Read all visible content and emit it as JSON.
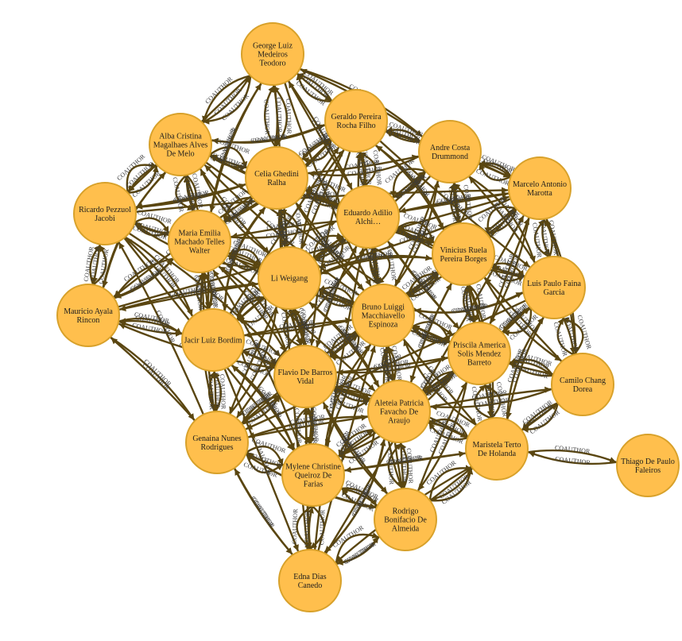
{
  "graph": {
    "edge_label": "COAUTHOR",
    "colors": {
      "node_fill": "#ffbf4d",
      "node_stroke": "#d8a12a",
      "edge": "#5a4611",
      "label": "#1d1d1d"
    },
    "nodes": [
      {
        "id": "george",
        "lines": [
          "George Luiz",
          "Medeiros",
          "Teodoro"
        ]
      },
      {
        "id": "geraldo",
        "lines": [
          "Geraldo Pereira",
          "Rocha Filho"
        ]
      },
      {
        "id": "andre",
        "lines": [
          "Andre Costa",
          "Drummond"
        ]
      },
      {
        "id": "marcelo",
        "lines": [
          "Marcelo Antonio",
          "Marotta"
        ]
      },
      {
        "id": "alba",
        "lines": [
          "Alba Cristina",
          "Magalhaes Alves",
          "De Melo"
        ]
      },
      {
        "id": "celia",
        "lines": [
          "Celia Ghedini",
          "Ralha"
        ]
      },
      {
        "id": "eduardo",
        "lines": [
          "Eduardo Adilio",
          "Alchi…"
        ]
      },
      {
        "id": "ricardo",
        "lines": [
          "Ricardo Pezzuol",
          "Jacobi"
        ]
      },
      {
        "id": "maria",
        "lines": [
          "Maria Emilia",
          "Machado Telles",
          "Walter"
        ]
      },
      {
        "id": "vinicius",
        "lines": [
          "Vinicius Ruela",
          "Pereira Borges"
        ]
      },
      {
        "id": "luis",
        "lines": [
          "Luis Paulo Faina",
          "Garcia"
        ]
      },
      {
        "id": "li",
        "lines": [
          "Li Weigang"
        ]
      },
      {
        "id": "mauricio",
        "lines": [
          "Mauricio Ayala",
          "Rincon"
        ]
      },
      {
        "id": "bruno",
        "lines": [
          "Bruno Luiggi",
          "Macchiavello",
          "Espinoza"
        ]
      },
      {
        "id": "jacir",
        "lines": [
          "Jacir Luiz Bordim"
        ]
      },
      {
        "id": "priscila",
        "lines": [
          "Priscila America",
          "Solis Mendez",
          "Barreto"
        ]
      },
      {
        "id": "camilo",
        "lines": [
          "Camilo Chang",
          "Dorea"
        ]
      },
      {
        "id": "flavio",
        "lines": [
          "Flavio De Barros",
          "Vidal"
        ]
      },
      {
        "id": "aleteia",
        "lines": [
          "Aleteia Patricia",
          "Favacho De",
          "Araujo"
        ]
      },
      {
        "id": "genaina",
        "lines": [
          "Genaina Nunes",
          "Rodrigues"
        ]
      },
      {
        "id": "maristela",
        "lines": [
          "Maristela Terto",
          "De Holanda"
        ]
      },
      {
        "id": "thiago",
        "lines": [
          "Thiago De Paulo",
          "Faleiros"
        ]
      },
      {
        "id": "mylene",
        "lines": [
          "Mylene Christine",
          "Queiroz De",
          "Farias"
        ]
      },
      {
        "id": "rodrigo",
        "lines": [
          "Rodrigo",
          "Bonifacio De",
          "Almeida"
        ]
      },
      {
        "id": "edna",
        "lines": [
          "Edna Dias",
          "Canedo"
        ]
      }
    ]
  }
}
